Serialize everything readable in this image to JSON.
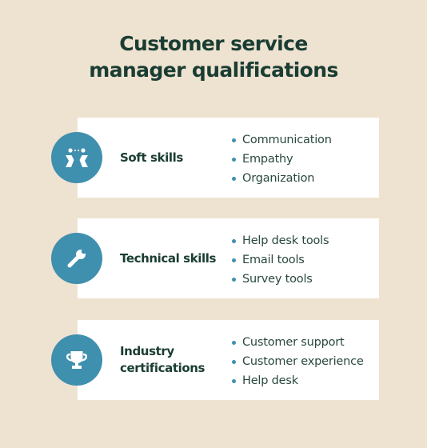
{
  "header": {
    "title_line1": "Customer service",
    "title_line2": "manager qualifications"
  },
  "sections": [
    {
      "label": "Soft skills",
      "icon": "people-icon",
      "items": [
        "Communication",
        "Empathy",
        "Organization"
      ]
    },
    {
      "label": "Technical skills",
      "icon": "wrench-icon",
      "items": [
        "Help desk tools",
        "Email tools",
        "Survey tools"
      ]
    },
    {
      "label_line1": "Industry",
      "label_line2": "certifications",
      "icon": "trophy-icon",
      "items": [
        "Customer support",
        "Customer experience",
        "Help desk"
      ]
    }
  ],
  "colors": {
    "background": "#eee2d1",
    "card": "#ffffff",
    "accent": "#3f8fae",
    "text": "#1a3d33"
  }
}
